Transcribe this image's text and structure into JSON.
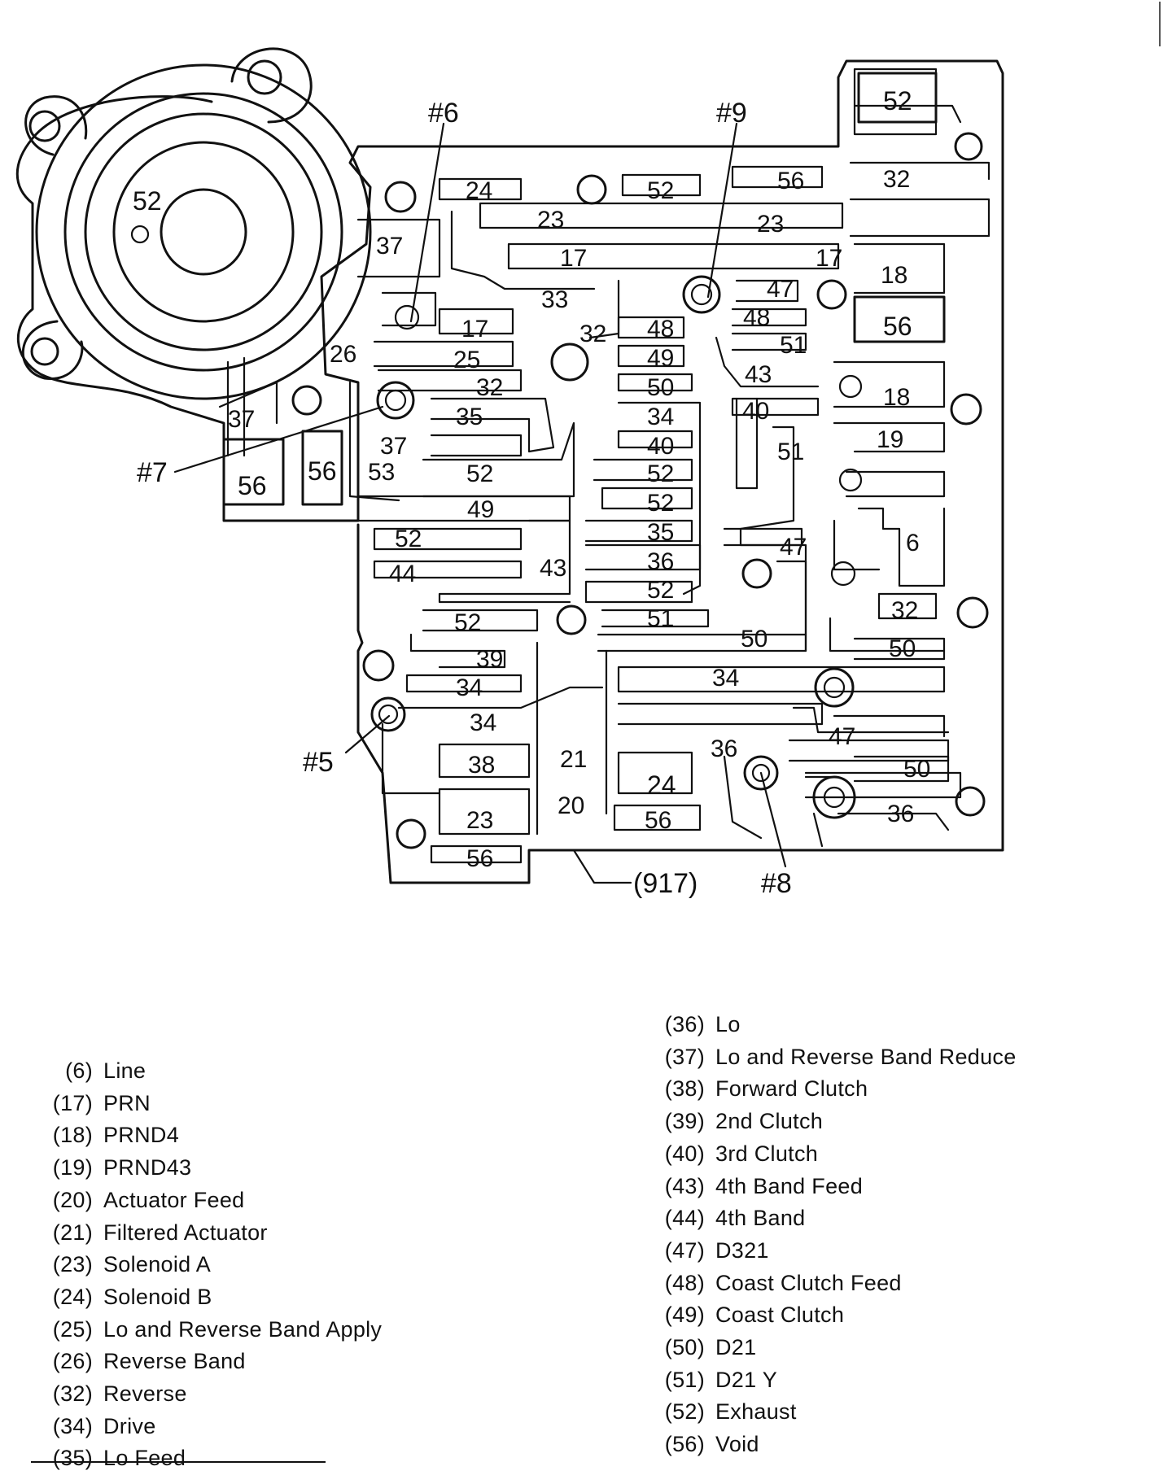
{
  "callouts": {
    "c6": "#6",
    "c7": "#7",
    "c9": "#9",
    "c5": "#5",
    "c8": "#8",
    "c917": "(917)"
  },
  "passage_labels": {
    "servo_52": "52",
    "p37_top": "37",
    "p26": "26",
    "p37_servo": "37",
    "p56_a": "56",
    "p56_b": "56",
    "p53": "53",
    "p24_top": "24",
    "p23_a": "23",
    "p17_a": "17",
    "p33": "33",
    "p17_b": "17",
    "p25": "25",
    "p32_a": "32",
    "p32_b": "32",
    "p35_a": "35",
    "p37_b": "37",
    "p52_a": "52",
    "p49_a": "49",
    "p52_b": "52",
    "p44": "44",
    "p43_a": "43",
    "p52_c": "52",
    "p39": "39",
    "p34_a": "34",
    "p34_b": "34",
    "p38": "38",
    "p23_b": "23",
    "p56_c": "56",
    "p52_top": "52",
    "p48_a": "48",
    "p49_b": "49",
    "p50_a": "50",
    "p34_c": "34",
    "p40_a": "40",
    "p52_d": "52",
    "p52_e": "52",
    "p35_b": "35",
    "p36_a": "36",
    "p52_f": "52",
    "p51_a": "51",
    "p21": "21",
    "p20": "20",
    "p24_b": "24",
    "p56_d": "56",
    "p56_top": "56",
    "p23_c": "23",
    "p17_c": "17",
    "p47_a": "47",
    "p48_b": "48",
    "p51_b": "51",
    "p43_b": "43",
    "p40_b": "40",
    "p51_c": "51",
    "p47_b": "47",
    "p50_b": "50",
    "p34_d": "34",
    "p47_c": "47",
    "p36_b": "36",
    "p52_corner": "52",
    "p32_c": "32",
    "p18_a": "18",
    "p56_e": "56",
    "p18_b": "18",
    "p19": "19",
    "p6": "6",
    "p32_d": "32",
    "p50_c": "50",
    "p50_d": "50",
    "p36_c": "36"
  },
  "legend_left": [
    {
      "code": "(6)",
      "name": "Line"
    },
    {
      "code": "(17)",
      "name": "PRN"
    },
    {
      "code": "(18)",
      "name": "PRND4"
    },
    {
      "code": "(19)",
      "name": "PRND43"
    },
    {
      "code": "(20)",
      "name": "Actuator Feed"
    },
    {
      "code": "(21)",
      "name": "Filtered Actuator"
    },
    {
      "code": "(23)",
      "name": "Solenoid A"
    },
    {
      "code": "(24)",
      "name": "Solenoid B"
    },
    {
      "code": "(25)",
      "name": "Lo and Reverse Band Apply"
    },
    {
      "code": "(26)",
      "name": "Reverse Band"
    },
    {
      "code": "(32)",
      "name": "Reverse"
    },
    {
      "code": "(34)",
      "name": "Drive"
    },
    {
      "code": "(35)",
      "name": "Lo Feed"
    }
  ],
  "legend_right": [
    {
      "code": "(36)",
      "name": "Lo"
    },
    {
      "code": "(37)",
      "name": "Lo and Reverse Band Reduce"
    },
    {
      "code": "(38)",
      "name": "Forward Clutch"
    },
    {
      "code": "(39)",
      "name": "2nd Clutch"
    },
    {
      "code": "(40)",
      "name": "3rd Clutch"
    },
    {
      "code": "(43)",
      "name": "4th Band Feed"
    },
    {
      "code": "(44)",
      "name": "4th Band"
    },
    {
      "code": "(47)",
      "name": "D321"
    },
    {
      "code": "(48)",
      "name": "Coast Clutch Feed"
    },
    {
      "code": "(49)",
      "name": "Coast Clutch"
    },
    {
      "code": "(50)",
      "name": "D21"
    },
    {
      "code": "(51)",
      "name": "D21 Y"
    },
    {
      "code": "(52)",
      "name": "Exhaust"
    },
    {
      "code": "(56)",
      "name": "Void"
    }
  ]
}
